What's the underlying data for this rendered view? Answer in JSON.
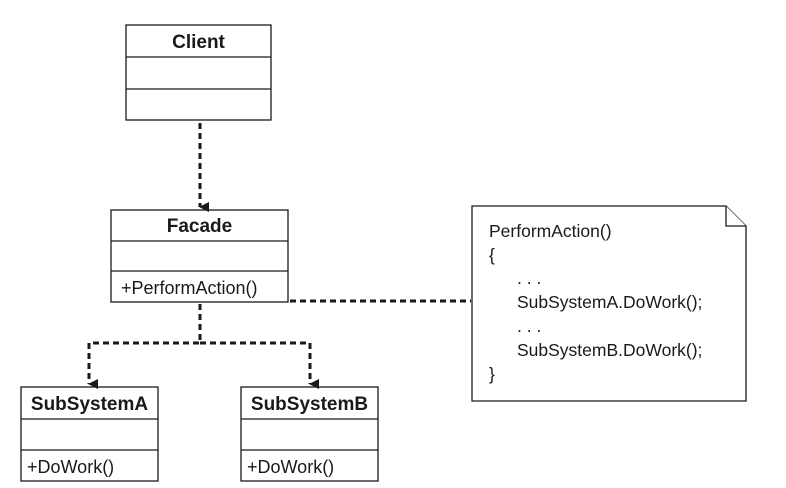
{
  "classes": {
    "client": {
      "name": "Client",
      "attributes": "",
      "operations": ""
    },
    "facade": {
      "name": "Facade",
      "attributes": "",
      "operations": "+PerformAction()"
    },
    "subsystem_a": {
      "name": "SubSystemA",
      "attributes": "",
      "operations": "+DoWork()"
    },
    "subsystem_b": {
      "name": "SubSystemB",
      "attributes": "",
      "operations": "+DoWork()"
    }
  },
  "note": {
    "lines": [
      "PerformAction()",
      "{",
      ". . .",
      "SubSystemA.DoWork();",
      ". . .",
      "SubSystemB.DoWork();",
      "}"
    ]
  },
  "relations": [
    {
      "from": "client",
      "to": "facade",
      "type": "dependency"
    },
    {
      "from": "facade",
      "to": "subsystem_a",
      "type": "dependency"
    },
    {
      "from": "facade",
      "to": "subsystem_b",
      "type": "dependency"
    },
    {
      "from": "facade",
      "to": "note",
      "type": "note-anchor"
    }
  ],
  "colors": {
    "line": "#1a1a1a",
    "background": "#ffffff"
  }
}
